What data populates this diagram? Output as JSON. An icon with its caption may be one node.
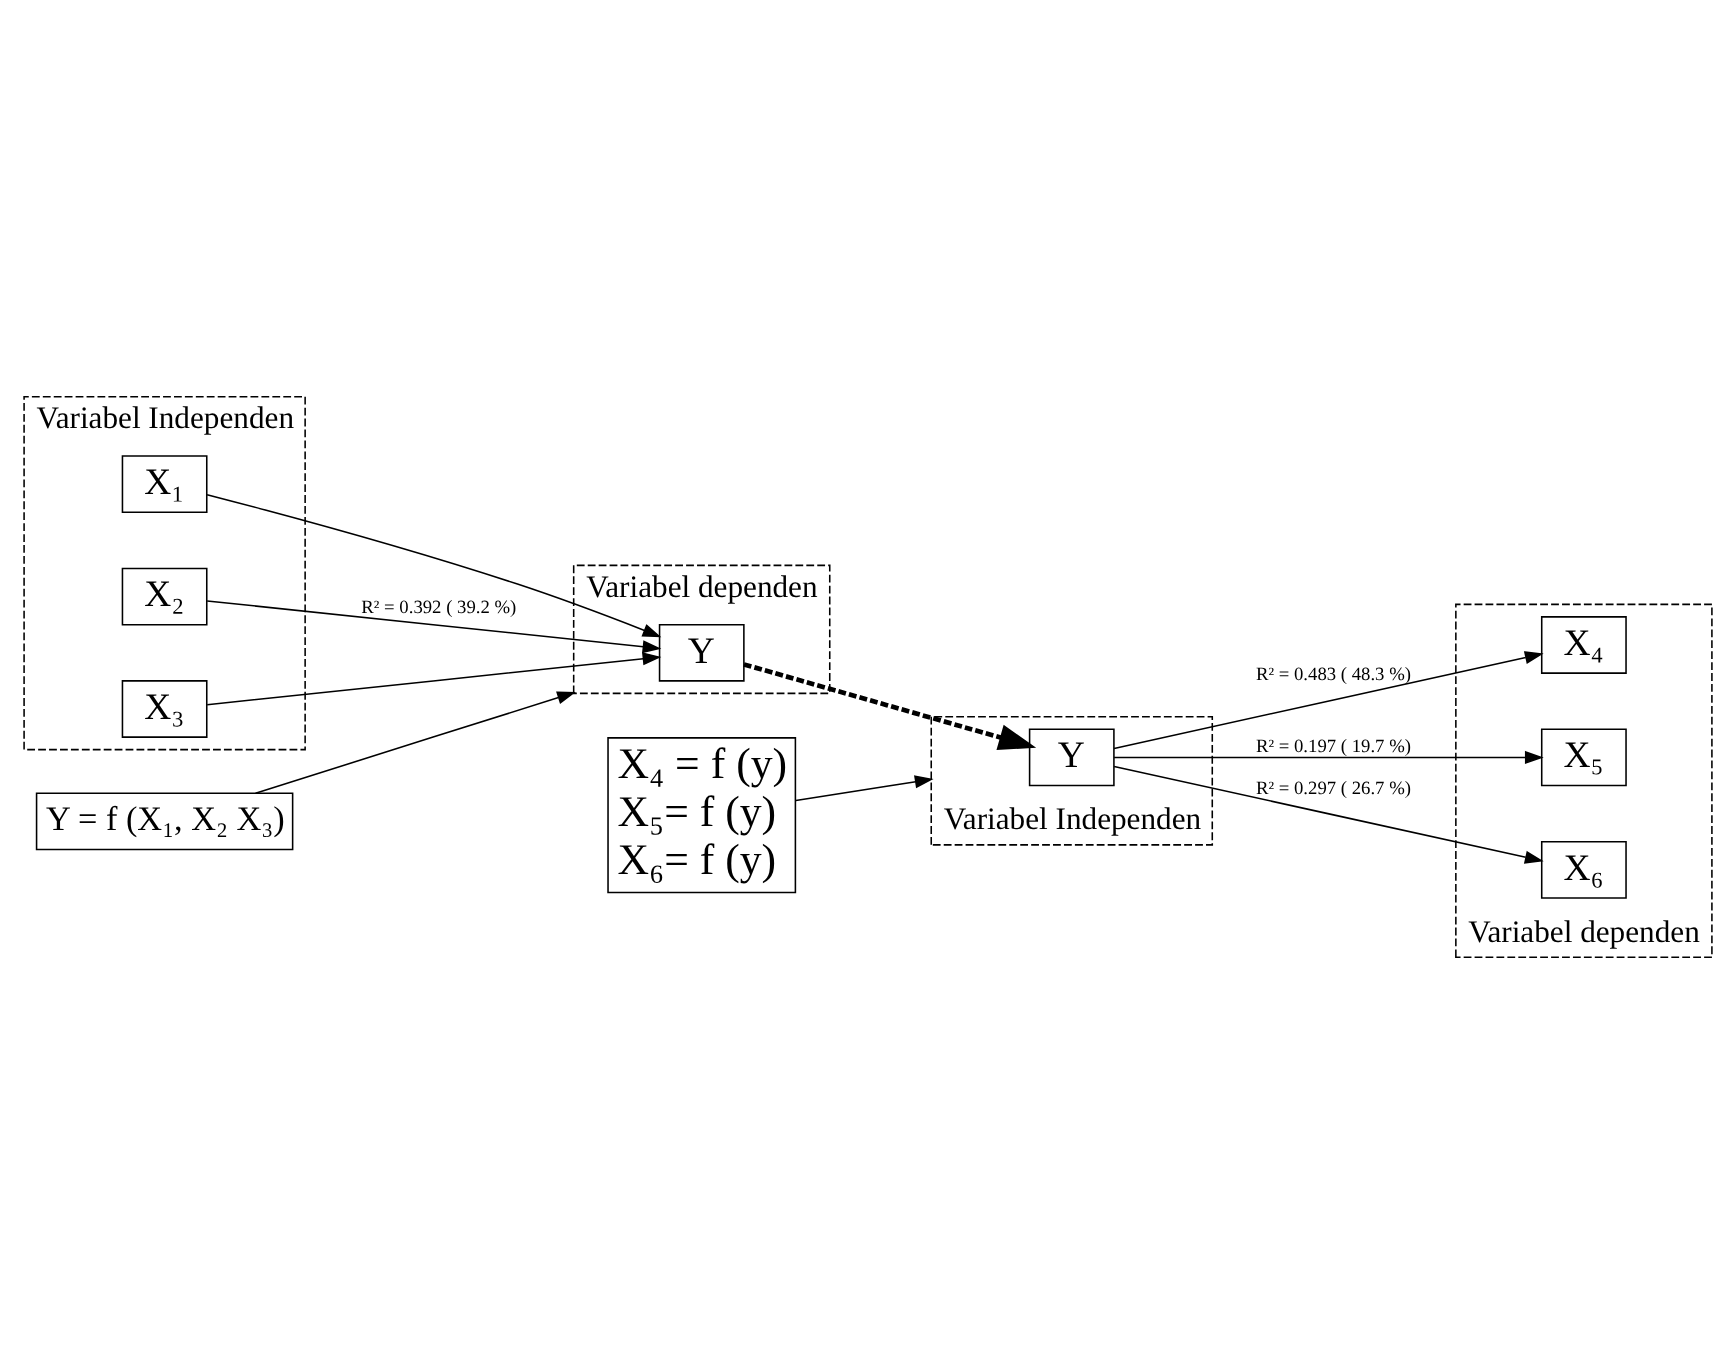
{
  "diagram": {
    "nodes": [
      {
        "text": [
          "Variabel Independen"
        ]
      },
      {
        "text": [
          "X₁"
        ],
        "in": 0
      },
      {
        "text": [
          "X₂"
        ],
        "in": 0
      },
      {
        "text": [
          "X₃"
        ],
        "in": 0
      },
      {
        "text": [
          "Variabel dependen"
        ]
      },
      {
        "text": [
          "Y"
        ],
        "in": 4
      },
      {
        "text": [
          "Y = f (X₁, X₂ X₃)"
        ]
      },
      {
        "text": [
          "Variabel Independen"
        ]
      },
      {
        "text": [
          "Y"
        ],
        "in": 7
      },
      {
        "text": [
          "X₄ = f (y)",
          "X₅= f (y)",
          "X₆= f (y)"
        ]
      },
      {
        "text": [
          "Variabel dependen"
        ]
      },
      {
        "text": [
          "X₄"
        ],
        "in": 10
      },
      {
        "text": [
          "X₅"
        ],
        "in": 10
      },
      {
        "text": [
          "X₆"
        ],
        "in": 10
      }
    ],
    "edges": [
      {
        "from": 1,
        "to": 5,
        "arrow": "to"
      },
      {
        "from": 2,
        "to": 5,
        "arrow": "to",
        "label": "R² = 0.392 ( 39.2 %)"
      },
      {
        "from": 3,
        "to": 5,
        "arrow": "to"
      },
      {
        "from": 6,
        "to": 4,
        "arrow": "to"
      },
      {
        "from": 5,
        "to": 8,
        "arrow": "to",
        "style": "dashed"
      },
      {
        "from": 9,
        "to": 7,
        "arrow": "to"
      },
      {
        "from": 8,
        "to": 11,
        "arrow": "to",
        "label": "R² = 0.483 ( 48.3 %)"
      },
      {
        "from": 8,
        "to": 12,
        "arrow": "to",
        "label": "R² = 0.197 ( 19.7 %)"
      },
      {
        "from": 8,
        "to": 13,
        "arrow": "to",
        "label": "R² = 0.297 ( 26.7 %)"
      }
    ]
  }
}
